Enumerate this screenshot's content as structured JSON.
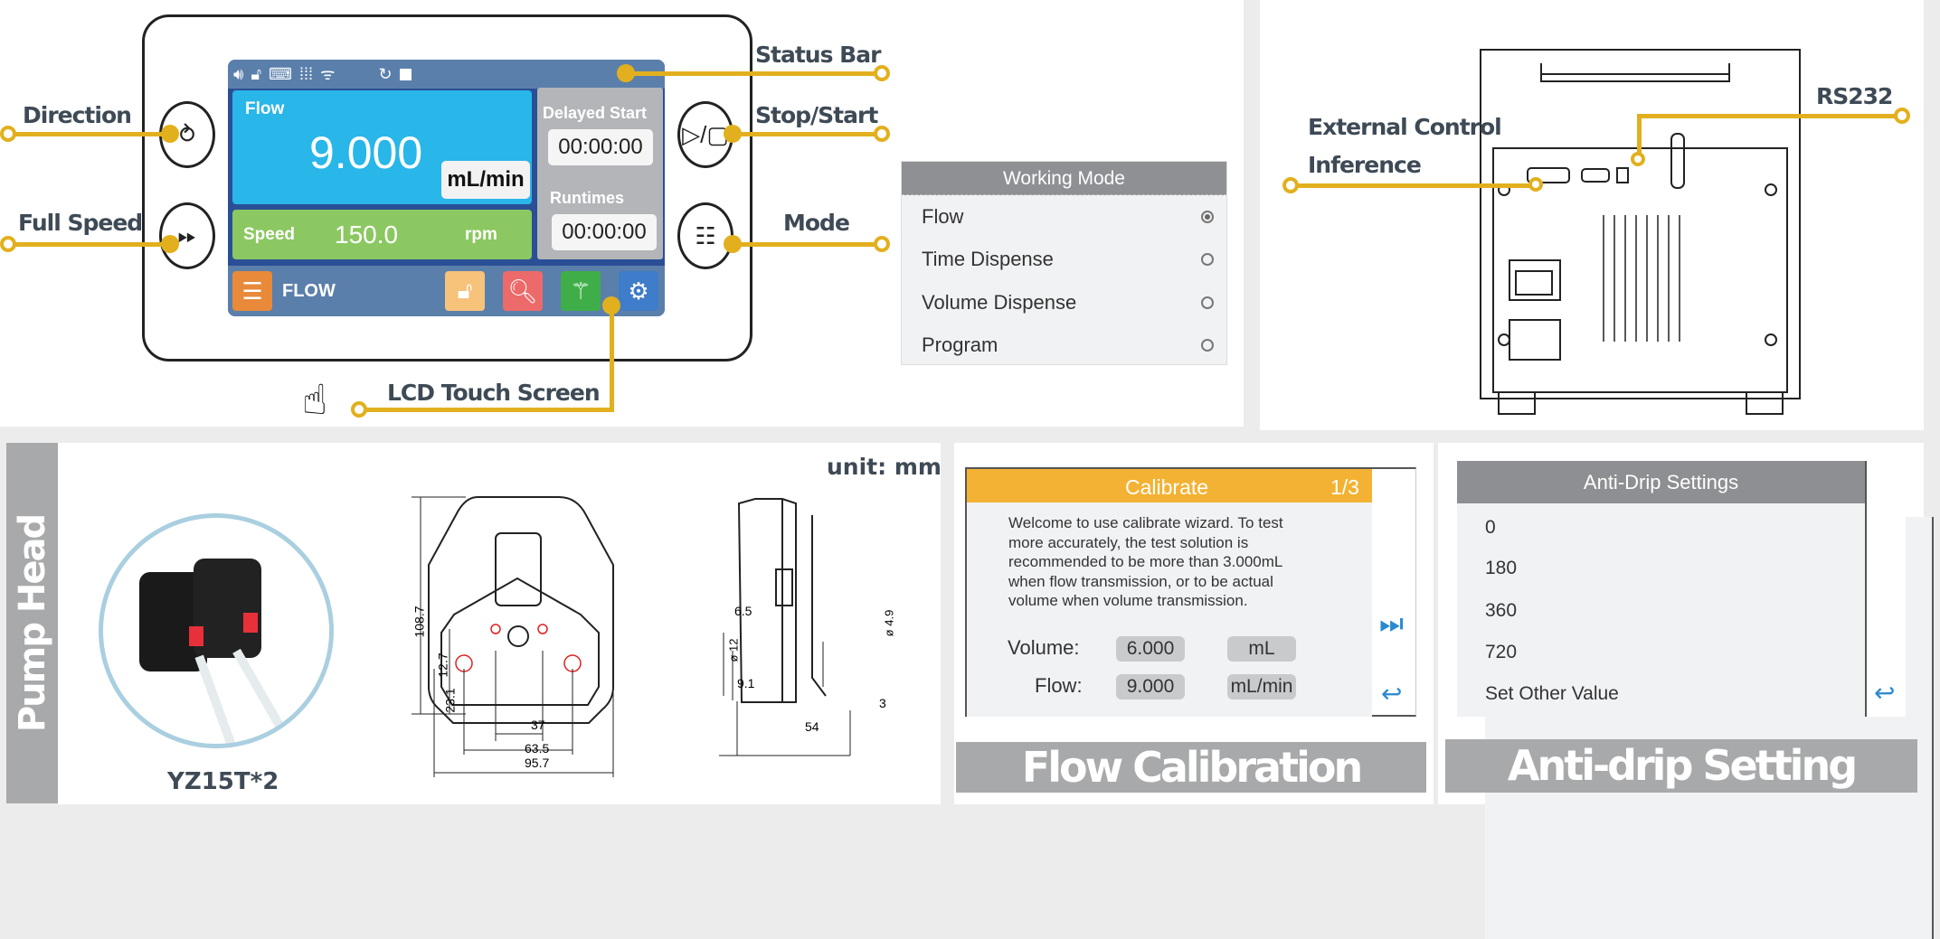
{
  "control_panel": {
    "callouts": {
      "direction": "Direction",
      "full_speed": "Full Speed",
      "status_bar": "Status Bar",
      "stop_start": "Stop/Start",
      "mode": "Mode",
      "lcd": "LCD Touch Screen"
    },
    "lcd": {
      "flow_label": "Flow",
      "flow_value": "9.000",
      "flow_unit": "mL/min",
      "speed_label": "Speed",
      "speed_value": "150.0",
      "speed_unit": "rpm",
      "delayed_start_label": "Delayed Start",
      "delayed_start_value": "00:00:00",
      "runtimes_label": "Runtimes",
      "runtimes_value": "00:00:00",
      "mode_label": "FLOW"
    }
  },
  "working_mode": {
    "title": "Working Mode",
    "options": [
      {
        "label": "Flow",
        "selected": true
      },
      {
        "label": "Time Dispense",
        "selected": false
      },
      {
        "label": "Volume Dispense",
        "selected": false
      },
      {
        "label": "Program",
        "selected": false
      }
    ]
  },
  "rear_panel": {
    "callouts": {
      "external_line1": "External Control",
      "external_line2": "Inference",
      "rs232": "RS232"
    }
  },
  "pump_head": {
    "side_title": "Pump Head",
    "model": "YZ15T*2",
    "unit": "unit: mm",
    "dims": {
      "height": "108.7",
      "d127": "12.7",
      "d231": "23.1",
      "d37": "37",
      "d635": "63.5",
      "d957": "95.7",
      "d65": "6.5",
      "d12": "ø 12",
      "d91": "9.1",
      "d49": "ø 4.9",
      "d3": "3",
      "d54": "54"
    }
  },
  "calibrate": {
    "title": "Calibrate",
    "page": "1/3",
    "text_lines": [
      "Welcome to use calibrate wizard. To test",
      "more accurately, the test solution is",
      "recommended to be more than 3.000mL",
      "when flow transmission, or to be actual",
      "volume when volume transmission."
    ],
    "volume_label": "Volume:",
    "volume_value": "6.000",
    "volume_unit": "mL",
    "flow_label": "Flow:",
    "flow_value": "9.000",
    "flow_unit": "mL/min",
    "banner": "Flow Calibration"
  },
  "anti_drip": {
    "title": "Anti-Drip Settings",
    "options": [
      "0",
      "180",
      "360",
      "720",
      "Set Other Value"
    ],
    "banner": "Anti-drip Setting"
  }
}
